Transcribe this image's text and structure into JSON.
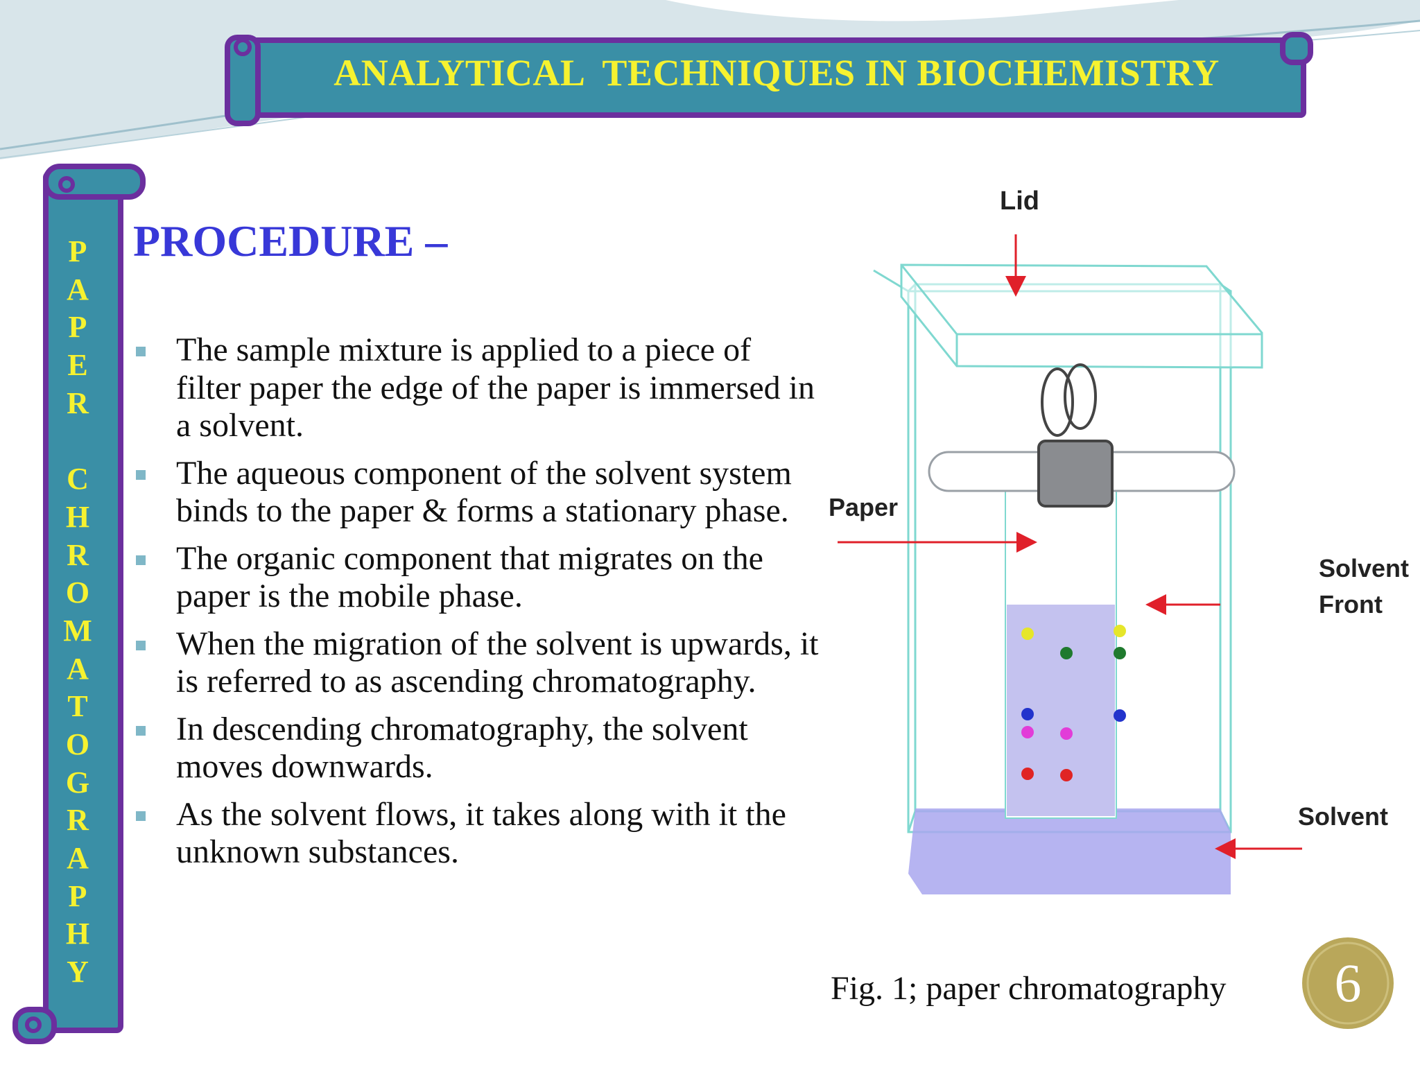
{
  "title": "ANALYTICAL  TECHNIQUES IN BIOCHEMISTRY",
  "side_title_letters": [
    "P",
    "A",
    "P",
    "E",
    "R",
    " ",
    "C",
    "H",
    "R",
    "O",
    "M",
    "A",
    "T",
    "O",
    "G",
    "R",
    "A",
    "P",
    "H",
    "Y"
  ],
  "heading": "PROCEDURE –",
  "bullets": [
    "The sample mixture is applied to a piece of filter paper the edge of the paper is immersed in a solvent.",
    "The aqueous component of the solvent system binds to the paper & forms a stationary phase.",
    "The organic component that migrates on the paper is the mobile phase.",
    "When the migration of the solvent is upwards, it is referred to as ascending chromatography.",
    "In descending chromatography, the  solvent moves downwards.",
    "As the solvent flows, it takes along with it the unknown substances."
  ],
  "figure": {
    "labels": {
      "lid": "Lid",
      "paper": "Paper",
      "solvent_front_1": "Solvent",
      "solvent_front_2": "Front",
      "solvent": "Solvent"
    },
    "caption": "Fig. 1; paper chromatography"
  },
  "page_number": "6",
  "colors": {
    "scroll_fill": "#3a8fa6",
    "scroll_border": "#6b2f9e",
    "title_text": "#f6f230",
    "heading": "#3838d8",
    "bullet_marker": "#7fb7c7",
    "badge": "#b9a75a",
    "tank_outline": "#7fd8d0",
    "solvent": "#a9a7ee",
    "arrow": "#e0202a"
  }
}
